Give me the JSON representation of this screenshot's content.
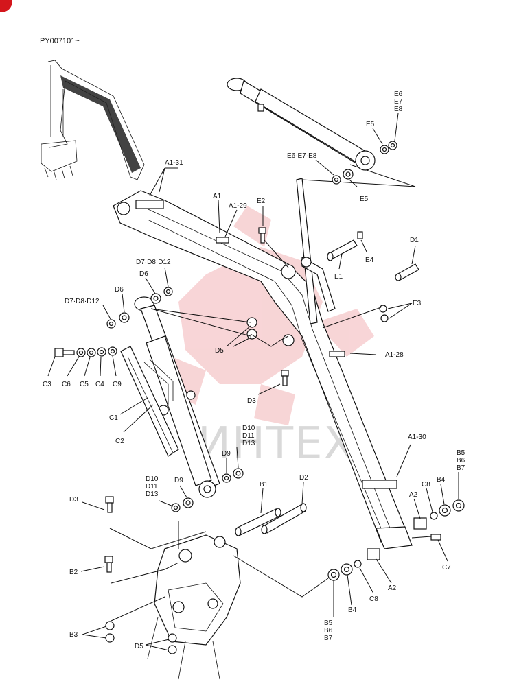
{
  "serial": "PY007101~",
  "watermark": "ИНТЕХ",
  "callouts": {
    "A1_31": "A1-31",
    "A1": "A1",
    "A1_29": "A1-29",
    "E2": "E2",
    "E6_top": "E6",
    "E7_top": "E7",
    "E8_top": "E8",
    "E5_top": "E5",
    "E678": "E6·E7·E8",
    "E5_mid": "E5",
    "E4": "E4",
    "E1": "E1",
    "D1": "D1",
    "E3": "E3",
    "D7D8D12_top": "D7·D8·D12",
    "D6_top": "D6",
    "D6_left": "D6",
    "D7D8D12_left": "D7·D8·D12",
    "D5_mid": "D5",
    "A1_28": "A1-28",
    "C3": "C3",
    "C6": "C6",
    "C5": "C5",
    "C4": "C4",
    "C9": "C9",
    "D3_mid": "D3",
    "C1": "C1",
    "C2": "C2",
    "A1_30": "A1-30",
    "D10_r": "D10",
    "D11_r": "D11",
    "D13_r": "D13",
    "D9_r": "D9",
    "D10_l": "D10",
    "D11_l": "D11",
    "D13_l": "D13",
    "D9_l": "D9",
    "B1": "B1",
    "D2": "D2",
    "B5_r": "B5",
    "B6_r": "B6",
    "B7_r": "B7",
    "B4_r": "B4",
    "C8_r": "C8",
    "A2_r": "A2",
    "D3_low": "D3",
    "C7": "C7",
    "B2": "B2",
    "A2_low": "A2",
    "C8_low": "C8",
    "B4_low": "B4",
    "B5_low": "B5",
    "B6_low": "B6",
    "B7_low": "B7",
    "B3": "B3",
    "D5_low": "D5"
  },
  "colors": {
    "ink": "#111111",
    "logo_red": "#f2b3b6",
    "corner_badge": "#d4161c",
    "watermark": "#d9d9d9"
  }
}
